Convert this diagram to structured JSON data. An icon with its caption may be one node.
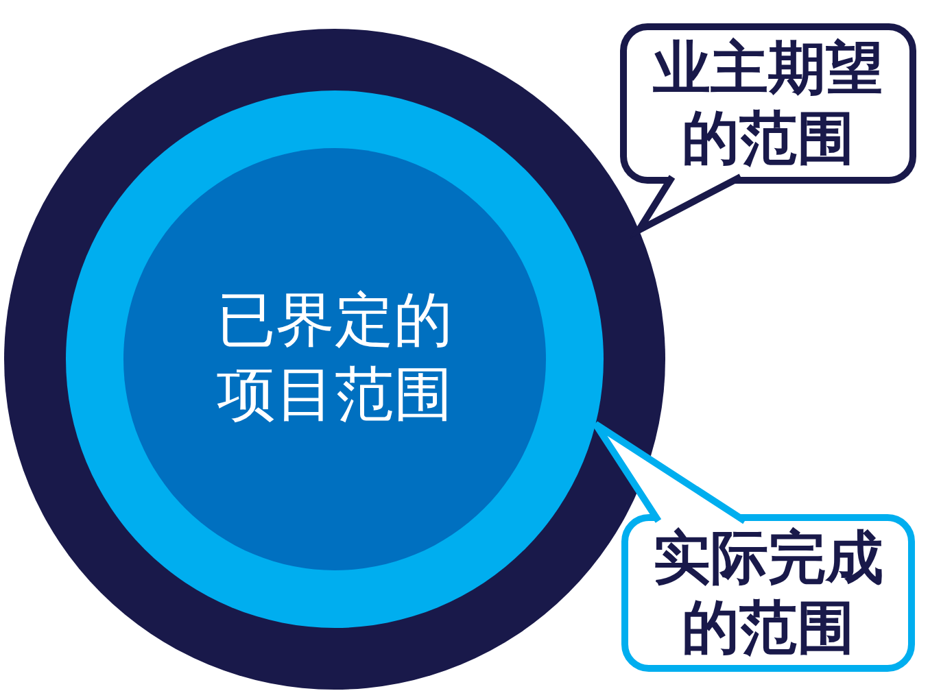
{
  "diagram": {
    "nodes": [
      {
        "text": [],
        "shape": "circle"
      },
      {
        "text": [],
        "shape": "circle",
        "in": 0
      },
      {
        "text": [
          "已界定的项目范围"
        ],
        "in": 1
      },
      {
        "text": [
          "业主期望的范围"
        ]
      },
      {
        "text": [
          "实际完成的范围"
        ]
      }
    ],
    "edges": [
      {
        "from": 3,
        "to": 0,
        "arrow": "none",
        "color": "#19194a"
      },
      {
        "from": 4,
        "to": 1,
        "arrow": "none",
        "color": "#00aeef"
      }
    ]
  }
}
